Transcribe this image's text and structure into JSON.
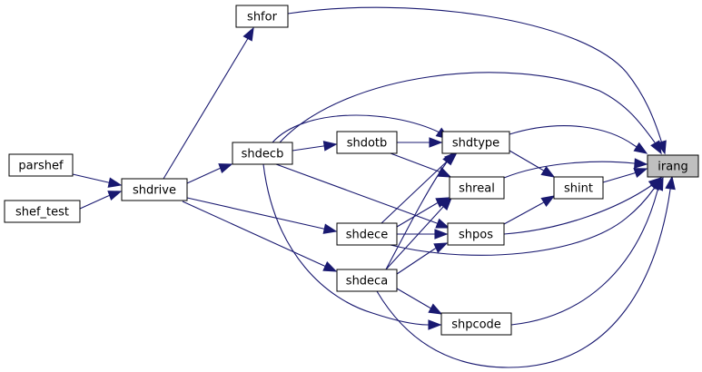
{
  "diagram": {
    "nodes": {
      "irang": "irang",
      "shfor": "shfor",
      "parshef": "parshef",
      "shef_test": "shef_test",
      "shdrive": "shdrive",
      "shdecb": "shdecb",
      "shdotb": "shdotb",
      "shdtype": "shdtype",
      "shreal": "shreal",
      "shint": "shint",
      "shdece": "shdece",
      "shpos": "shpos",
      "shdeca": "shdeca",
      "shpcode": "shpcode"
    },
    "highlighted_node": "irang",
    "edges": [
      {
        "from": "parshef",
        "to": "shdrive"
      },
      {
        "from": "shef_test",
        "to": "shdrive"
      },
      {
        "from": "shdrive",
        "to": "shfor"
      },
      {
        "from": "shdrive",
        "to": "shdecb"
      },
      {
        "from": "shdrive",
        "to": "shdece"
      },
      {
        "from": "shdrive",
        "to": "shdeca"
      },
      {
        "from": "shdecb",
        "to": "shdotb"
      },
      {
        "from": "shdecb",
        "to": "shdtype"
      },
      {
        "from": "shdecb",
        "to": "shpos"
      },
      {
        "from": "shdecb",
        "to": "shpcode"
      },
      {
        "from": "shdecb",
        "to": "irang"
      },
      {
        "from": "shdotb",
        "to": "shdtype"
      },
      {
        "from": "shdotb",
        "to": "shreal"
      },
      {
        "from": "shdece",
        "to": "shdtype"
      },
      {
        "from": "shdece",
        "to": "shreal"
      },
      {
        "from": "shdece",
        "to": "shpos"
      },
      {
        "from": "shdece",
        "to": "irang"
      },
      {
        "from": "shdeca",
        "to": "shdtype"
      },
      {
        "from": "shdeca",
        "to": "shreal"
      },
      {
        "from": "shdeca",
        "to": "shpos"
      },
      {
        "from": "shdeca",
        "to": "shpcode"
      },
      {
        "from": "shdeca",
        "to": "irang"
      },
      {
        "from": "shdtype",
        "to": "shint"
      },
      {
        "from": "shdtype",
        "to": "irang"
      },
      {
        "from": "shreal",
        "to": "irang"
      },
      {
        "from": "shpos",
        "to": "shint"
      },
      {
        "from": "shpos",
        "to": "irang"
      },
      {
        "from": "shint",
        "to": "irang"
      },
      {
        "from": "shpcode",
        "to": "irang"
      },
      {
        "from": "shfor",
        "to": "irang"
      }
    ],
    "colors": {
      "edge": "#191970",
      "node_border": "#000000",
      "node_fill": "#ffffff",
      "highlight_fill": "#bfbfbf",
      "background": "#ffffff"
    }
  }
}
